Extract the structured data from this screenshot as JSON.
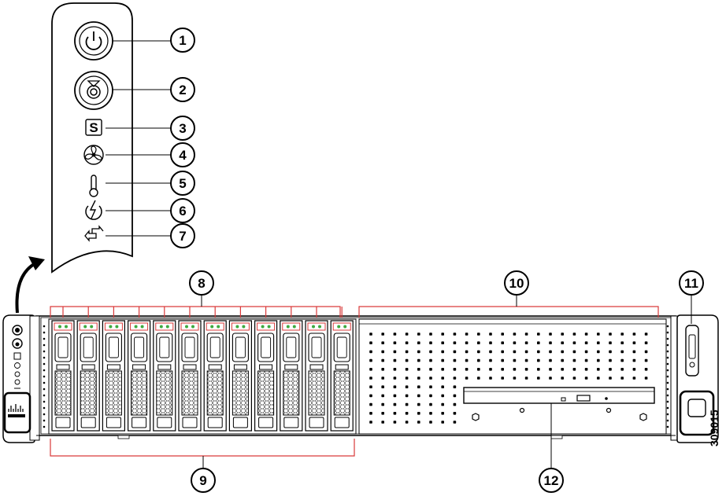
{
  "figure_id": "309015",
  "callouts": [
    {
      "id": 1,
      "label": "1",
      "part": "power-button-led"
    },
    {
      "id": 2,
      "label": "2",
      "part": "unit-identification-button-led"
    },
    {
      "id": 3,
      "label": "3",
      "part": "system-health-led"
    },
    {
      "id": 4,
      "label": "4",
      "part": "fan-status-led"
    },
    {
      "id": 5,
      "label": "5",
      "part": "temperature-status-led"
    },
    {
      "id": 6,
      "label": "6",
      "part": "power-supply-status-led"
    },
    {
      "id": 7,
      "label": "7",
      "part": "network-link-activity-led"
    },
    {
      "id": 8,
      "label": "8",
      "part": "drive-bay-leds"
    },
    {
      "id": 9,
      "label": "9",
      "part": "drive-bays"
    },
    {
      "id": 10,
      "label": "10",
      "part": "front-grille"
    },
    {
      "id": 11,
      "label": "11",
      "part": "kvm-connector"
    },
    {
      "id": 12,
      "label": "12",
      "part": "optical-drive"
    }
  ],
  "drive_bay_count": 12,
  "colors": {
    "stroke": "#000000",
    "highlight": "#d93a3a",
    "led": "#3faa3f"
  },
  "icons": [
    "power-icon",
    "uid-icon",
    "system-health-icon",
    "fan-icon",
    "temperature-icon",
    "power-supply-icon",
    "network-icon",
    "cisco-logo"
  ]
}
